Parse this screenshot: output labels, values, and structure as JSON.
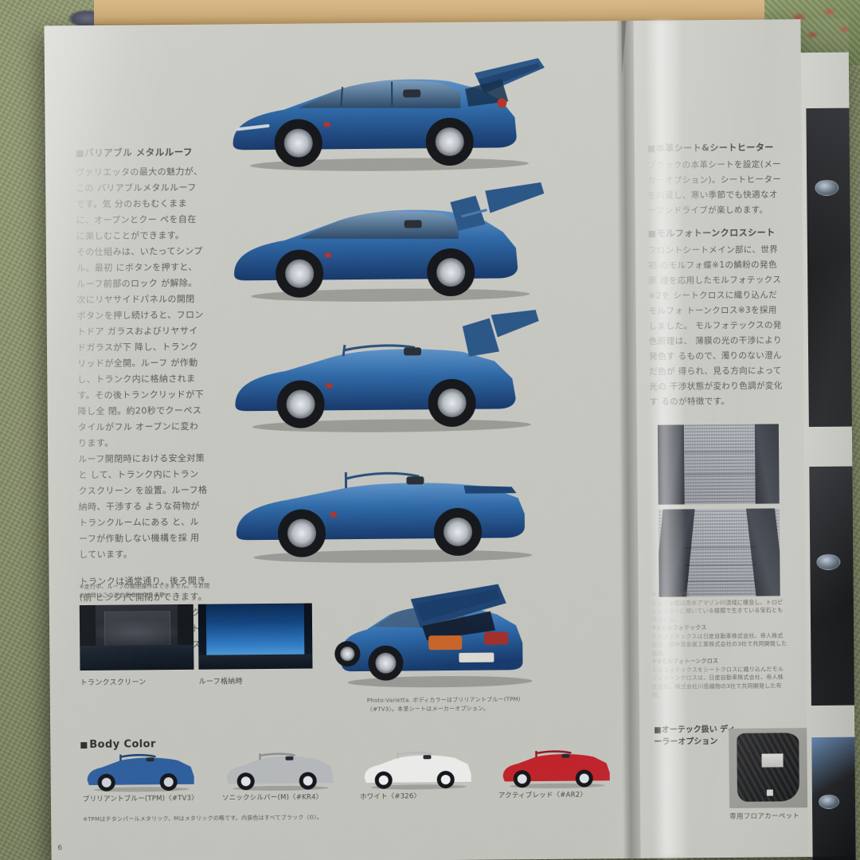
{
  "document": {
    "type": "car-brochure-spread",
    "page_number": "6",
    "language": "ja"
  },
  "left_page": {
    "section_heading": "■バリアブル メタルルーフ",
    "paragraphs": [
      "ヴァリエッタの最大の魅力が、この バリアブルメタルルーフです。気 分のおもむくままに、オープンとクー ペを自在に楽しむことができます。",
      "その仕組みは、いたってシンプル。最初 にボタンを押すと、ルーフ前部のロック が解除。次にリヤサイドパネルの開閉 ボタンを押し続けると、フロントドア ガラスおよびリヤサイドガラスが下 降し、トランクリッドが全開。ルーフ が作動し、トランク内に格納されま す。その後トランクリッドが下降し全 閉。約20秒でクーペスタイルがフル オープンに変わります。",
      "ルーフ開閉時における安全対策と して、トランク内にトランクスクリーン を設置。ルーフ格納時、干渉する ような荷物がトランクルームにある と、ルーフが作動しない機構を採 用しています。",
      "トランクは通常通り、後ろ開き(前 ヒンジ)で開閉ができます。トランク の開閉は、トランクオープナーの付 いたリモートコントロールエントリー システムでも可能です。"
    ],
    "footnote": "※走行中、ルーフの開閉操作はできません。なお閉める時はこの逆の動作となります。",
    "roof_sequence_alt": [
      "ルーフ閉時 トランクリッド全開",
      "ルーフ作動中 リヤパネル起立",
      "ルーフ格納中",
      "フルオープン状態"
    ],
    "photo_captions": {
      "trunk_screen": "トランクスクリーン",
      "roof_stowed": "ルーフ格納時"
    },
    "varietta_caption": "Photo:Varietta. ボディカラーはブリリアントブルー(TPM)〈#TV3〉。本革シートはメーカーオプション。",
    "body_color": {
      "heading": "Body Color",
      "swatches": [
        {
          "name": "ブリリアントブルー(TPM)〈#TV3〉",
          "hex": "#2f5f9e"
        },
        {
          "name": "ソニックシルバー(M)〈#KR4〉",
          "hex": "#b6b9bb"
        },
        {
          "name": "ホワイト〈#326〉",
          "hex": "#ececea"
        },
        {
          "name": "アクティブレッド〈#AR2〉",
          "hex": "#c1232b"
        }
      ],
      "note": "※TPMはチタンパールメタリック、Mはメタリックの略です。内装色はすべてブラック〈G〉。"
    }
  },
  "right_page": {
    "section_1": {
      "heading": "■本革シート&シートヒーター",
      "text": "ブラックの本革シートを設定(メーカーオプション)。シートヒーターを内蔵し、寒い季節でも快適なオープンドライブが楽しめます。"
    },
    "section_2": {
      "heading": "■モルフォトーンクロスシート",
      "text": "フロントシートメイン部に、世界初 のモルフォ蝶※1の鱗粉の発色原 理を応用したモルフォテックス※2を シートクロスに織り込んだモルフォ トーンクロス※3を採用しました。 モルフォテックスの発色原理は、 薄膜の光の干渉により発色す るもので、濁りのない澄んだ色が 得られ、見る方向によって光の 干渉状態が変わり色調が変化す るのが特徴です。"
    },
    "footnotes": [
      {
        "marker": "※1モルフォ蝶",
        "text": "モルフォ蝶は南米アマゾン川流域に棲息し、トロピカルブルーに輝いている蝶類で生きている宝石とも呼ばれる。"
      },
      {
        "marker": "※2モルフォテックス",
        "text": "モルフォテックスは日産自動車株式会社、帝人株式会社、田中貴金属工業株式会社の3社で共同開発した繊維。"
      },
      {
        "marker": "※3モルフォトーンクロス",
        "text": "モルフォテックスをシートクロスに織り込んだモルフォトーンクロスは、日産自動車株式会社、帝人株式会社、株式会社川島織物の3社で共同開発した布地。"
      }
    ],
    "section_3": {
      "heading": "■オーテック扱い ディーラーオプション",
      "caption": "専用フロアカーペット"
    }
  },
  "colors": {
    "paper": "#c8c8c2",
    "table": "#cfae7a",
    "carpet": "#868e68",
    "ink": "#4e4e4a",
    "car_blue": "#2d5f9c"
  }
}
